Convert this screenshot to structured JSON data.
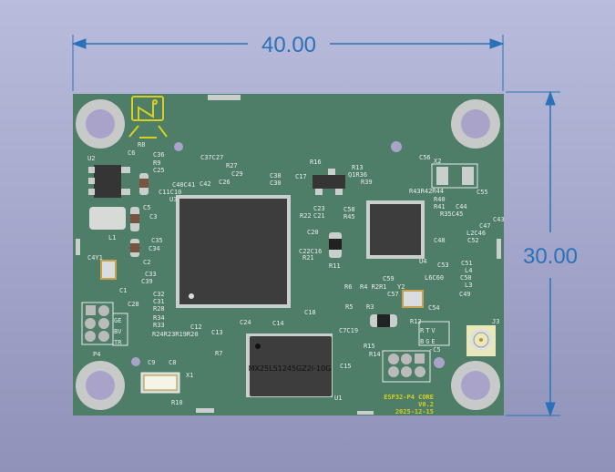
{
  "dimensions": {
    "width_label": "40.00",
    "height_label": "30.00",
    "color": "#2a72b8"
  },
  "board": {
    "color": "#4e7d68",
    "silkscreen_color": "#e8ece8",
    "label_color": "#d8d020",
    "title": "ESP32-P4 CORE",
    "version": "V0.2",
    "date": "2025-12-15",
    "flash_chip_marking": "MX25L51245GZ2I-10G",
    "connector_p4_pins": [
      "GE",
      "BV",
      "TR"
    ],
    "connector_c5_pins": [
      "RTV",
      "BGE"
    ]
  },
  "designators": [
    "U2",
    "C6",
    "R8",
    "R9",
    "C36",
    "C25",
    "C37C27",
    "R27",
    "C29",
    "C38",
    "C30",
    "C40C41",
    "C42",
    "C26",
    "C11C10",
    "U3",
    "C5",
    "C3",
    "L1",
    "C35",
    "C34",
    "R16",
    "R13",
    "Q1R36",
    "R39",
    "C17",
    "C23",
    "C21",
    "R22",
    "C58",
    "R45",
    "C20",
    "C22C16",
    "C56",
    "X2",
    "R43R42R44",
    "C55",
    "R40",
    "R41",
    "C44",
    "R35C45",
    "C43",
    "C47",
    "L2C46",
    "C48",
    "C52",
    "C4Y1",
    "C2",
    "C33",
    "C39",
    "C1",
    "C28",
    "C32",
    "C31",
    "R28",
    "R34",
    "R33",
    "R24R23R19R20",
    "C12",
    "C13",
    "C24",
    "C14",
    "R7",
    "C9",
    "C8",
    "X1",
    "R10",
    "P4",
    "R21",
    "R11",
    "U4",
    "C53",
    "C51",
    "L4",
    "C59",
    "L6C60",
    "C50",
    "L3",
    "C49",
    "R6",
    "R4 R2R1",
    "C57",
    "Y2",
    "R5",
    "R3",
    "C54",
    "C18",
    "R12",
    "C7C19",
    "R15",
    "R14",
    "C15",
    "U1",
    "-C5",
    "J3"
  ]
}
